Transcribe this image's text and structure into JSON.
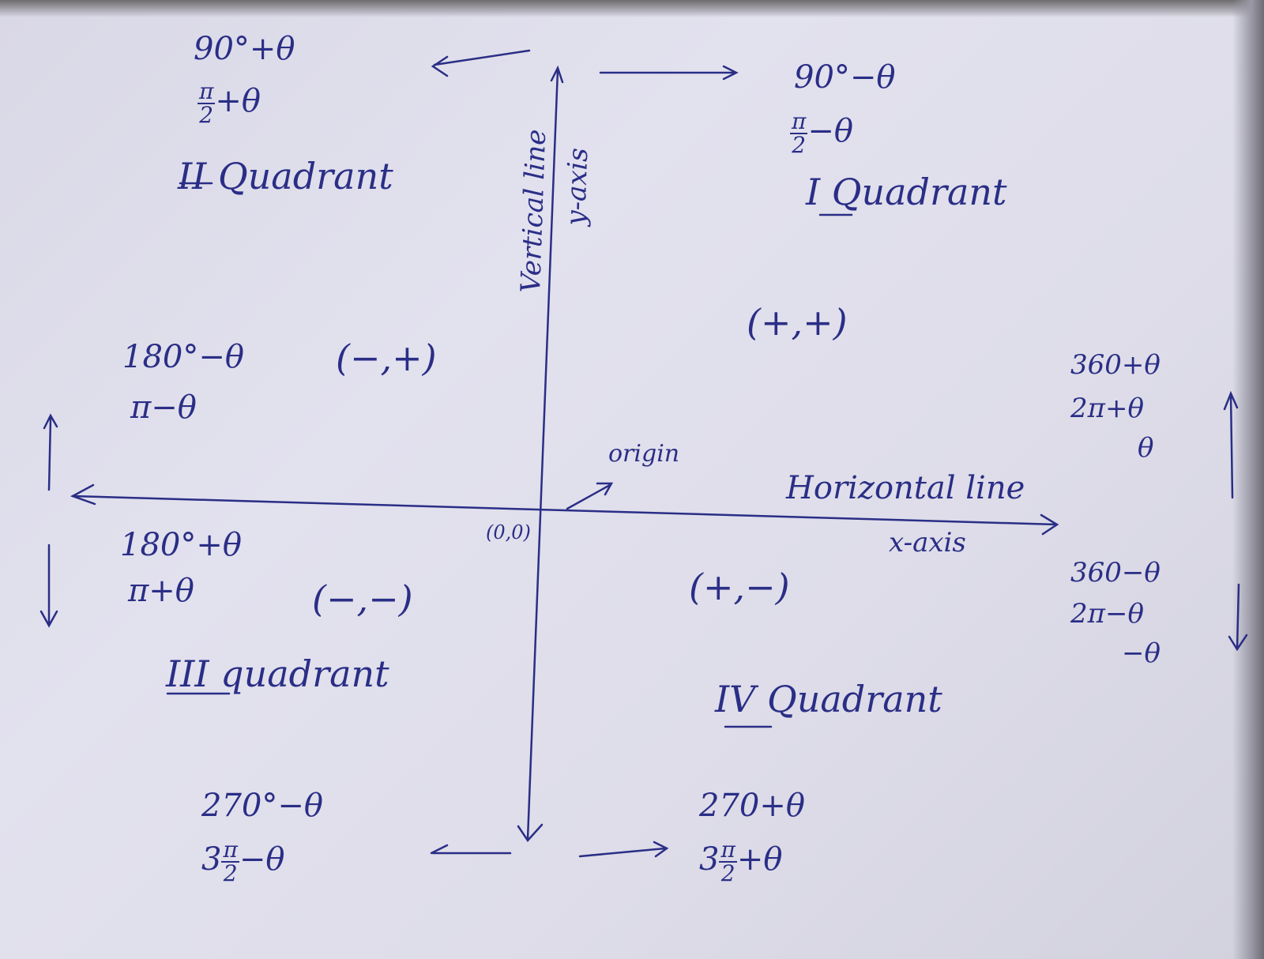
{
  "colors": {
    "ink": "#2a2e86",
    "paper": "#dfdeeb"
  },
  "quadrant_2": {
    "deg": "90°+θ",
    "rad_num": "π",
    "rad_den": "2",
    "rad_tail": "+θ",
    "label": "II Quadrant",
    "angle_deg": "180°−θ",
    "angle_rad": "π−θ",
    "signs": "(−,+)"
  },
  "quadrant_1": {
    "deg": "90°−θ",
    "rad_num": "π",
    "rad_den": "2",
    "rad_tail": "−θ",
    "label": "I Quadrant",
    "signs": "(+,+)",
    "full_deg": "360+θ",
    "full_rad": "2π+θ",
    "theta": "θ"
  },
  "quadrant_3": {
    "deg": "180°+θ",
    "rad": "π+θ",
    "signs": "(−,−)",
    "label": "III quadrant",
    "bottom_deg": "270°−θ",
    "bottom_rad_pre": "3",
    "bottom_rad_num": "π",
    "bottom_rad_den": "2",
    "bottom_rad_tail": "−θ"
  },
  "quadrant_4": {
    "signs": "(+,−)",
    "label": "IV Quadrant",
    "full_deg": "360−θ",
    "full_rad": "2π−θ",
    "neg_theta": "−θ",
    "bottom_deg": "270+θ",
    "bottom_rad_pre": "3",
    "bottom_rad_num": "π",
    "bottom_rad_den": "2",
    "bottom_rad_tail": "+θ"
  },
  "axes": {
    "vertical": "Vertical line",
    "y_axis": "y-axis",
    "horizontal": "Horizontal line",
    "x_axis": "x-axis",
    "origin": "origin",
    "origin_coord": "(0,0)"
  }
}
